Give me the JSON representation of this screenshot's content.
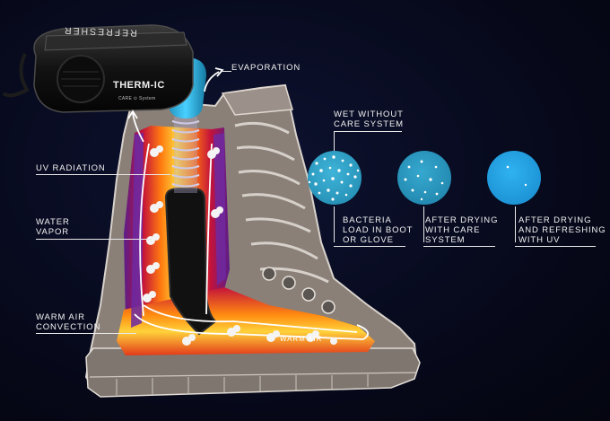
{
  "device": {
    "brand": "THERM-IC",
    "model": "REFRESHER",
    "sub": "CARE ⊙ System"
  },
  "labels": {
    "evaporation": "EVAPORATION",
    "uv_radiation": "UV RADIATION",
    "water_vapor": [
      "WATER",
      "VAPOR"
    ],
    "warm_air_convection": [
      "WARM AIR",
      "CONVECTION"
    ],
    "warm_air_inside": "WARM AIR"
  },
  "circles": {
    "header": [
      "WET WITHOUT",
      "CARE SYSTEM"
    ],
    "items": [
      {
        "caption": [
          "BACTERIA",
          "LOAD IN BOOT",
          "OR GLOVE"
        ],
        "color": "#2aa0c9"
      },
      {
        "caption": [
          "AFTER DRYING",
          "WITH CARE",
          "SYSTEM"
        ],
        "color": "#239bbf"
      },
      {
        "caption": [
          "AFTER DRYING",
          "AND REFRESHING",
          "WITH UV"
        ],
        "color": "#1e9ee0"
      }
    ]
  }
}
